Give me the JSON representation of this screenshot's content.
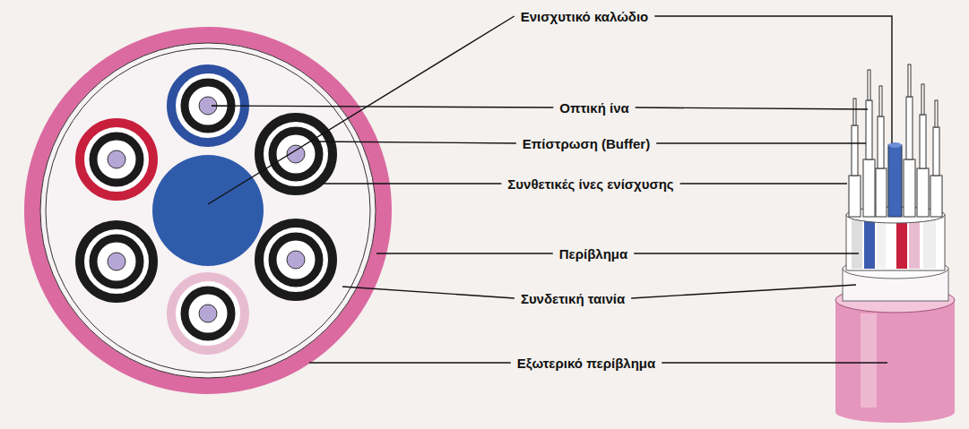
{
  "diagram": {
    "labels": [
      "Ενισχυτικό καλώδιο",
      "Οπτική ίνα",
      "Επίστρωση (Buffer)",
      "Συνθετικές ίνες ενίσχυσης",
      "Περίβλημα",
      "Συνδετική ταινία",
      "Εξωτερικό περίβλημα"
    ]
  }
}
